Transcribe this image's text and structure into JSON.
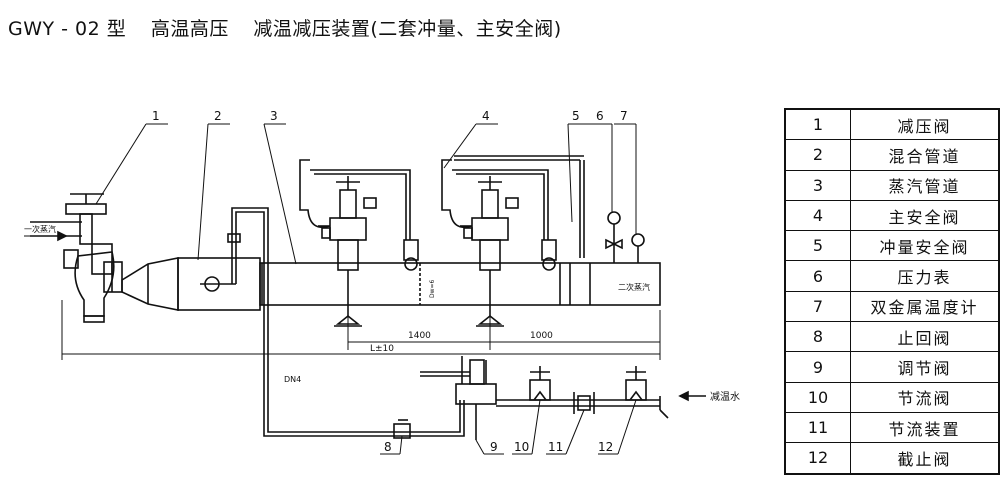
{
  "title": {
    "model": "GWY - 02 型",
    "desc1": "高温高压",
    "desc2": "减温减压装置(二套冲量、主安全阀)"
  },
  "callouts": [
    "1",
    "2",
    "3",
    "4",
    "5",
    "6",
    "7",
    "8",
    "9",
    "10",
    "11",
    "12"
  ],
  "annotations": {
    "primary_steam": "一次蒸汽",
    "secondary_steam": "二次蒸汽",
    "desuperheat_water": "减温水",
    "dn4": "DN4",
    "dim_1400": "1400",
    "dim_1000": "1000",
    "dim_L": "L±10",
    "dw": "Dw=6"
  },
  "legend": [
    {
      "num": "1",
      "name": "减压阀"
    },
    {
      "num": "2",
      "name": "混合管道"
    },
    {
      "num": "3",
      "name": "蒸汽管道"
    },
    {
      "num": "4",
      "name": "主安全阀"
    },
    {
      "num": "5",
      "name": "冲量安全阀"
    },
    {
      "num": "6",
      "name": "压力表"
    },
    {
      "num": "7",
      "name": "双金属温度计"
    },
    {
      "num": "8",
      "name": "止回阀"
    },
    {
      "num": "9",
      "name": "调节阀"
    },
    {
      "num": "10",
      "name": "节流阀"
    },
    {
      "num": "11",
      "name": "节流装置"
    },
    {
      "num": "12",
      "name": "截止阀"
    }
  ]
}
